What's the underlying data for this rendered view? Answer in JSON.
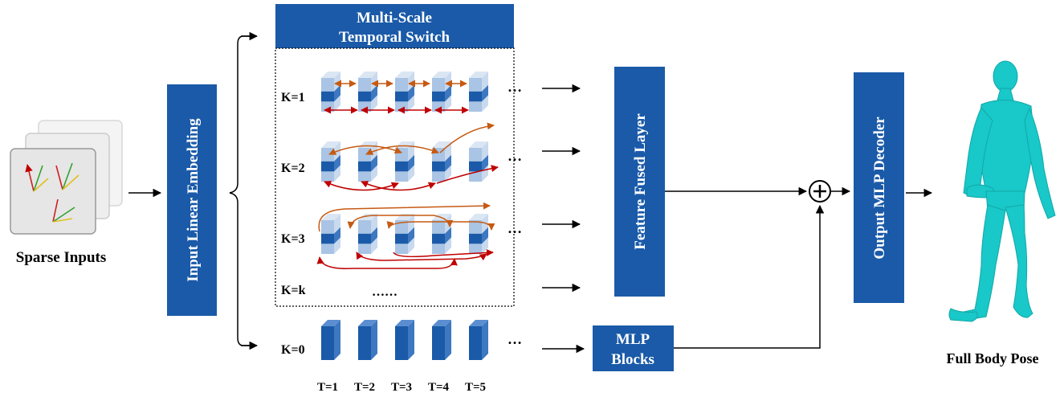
{
  "colors": {
    "blue_box": "#1a5aa8",
    "block_light": "#a9c4e4",
    "block_light_side": "#c9d9ee",
    "block_dark": "#1a5aa8",
    "block_dark_side": "#3d78c0",
    "orange_arrow": "#c65a12",
    "red_arrow": "#c00000",
    "body": "#19c8c8"
  },
  "labels": {
    "sparse_inputs": "Sparse Inputs",
    "input_embedding": "Input Linear Embedding",
    "mst_line1": "Multi-Scale",
    "mst_line2": "Temporal Switch",
    "k1": "K=1",
    "k2": "K=2",
    "k3": "K=3",
    "kk": "K=k",
    "k0": "K=0",
    "kk_dots": "……",
    "row_dots": "…",
    "feature_fused": "Feature Fused Layer",
    "mlp_line1": "MLP",
    "mlp_line2": "Blocks",
    "output_decoder": "Output MLP Decoder",
    "full_body": "Full Body Pose",
    "plus": "+"
  },
  "time_labels": [
    "T=1",
    "T=2",
    "T=3",
    "T=4",
    "T=5"
  ]
}
